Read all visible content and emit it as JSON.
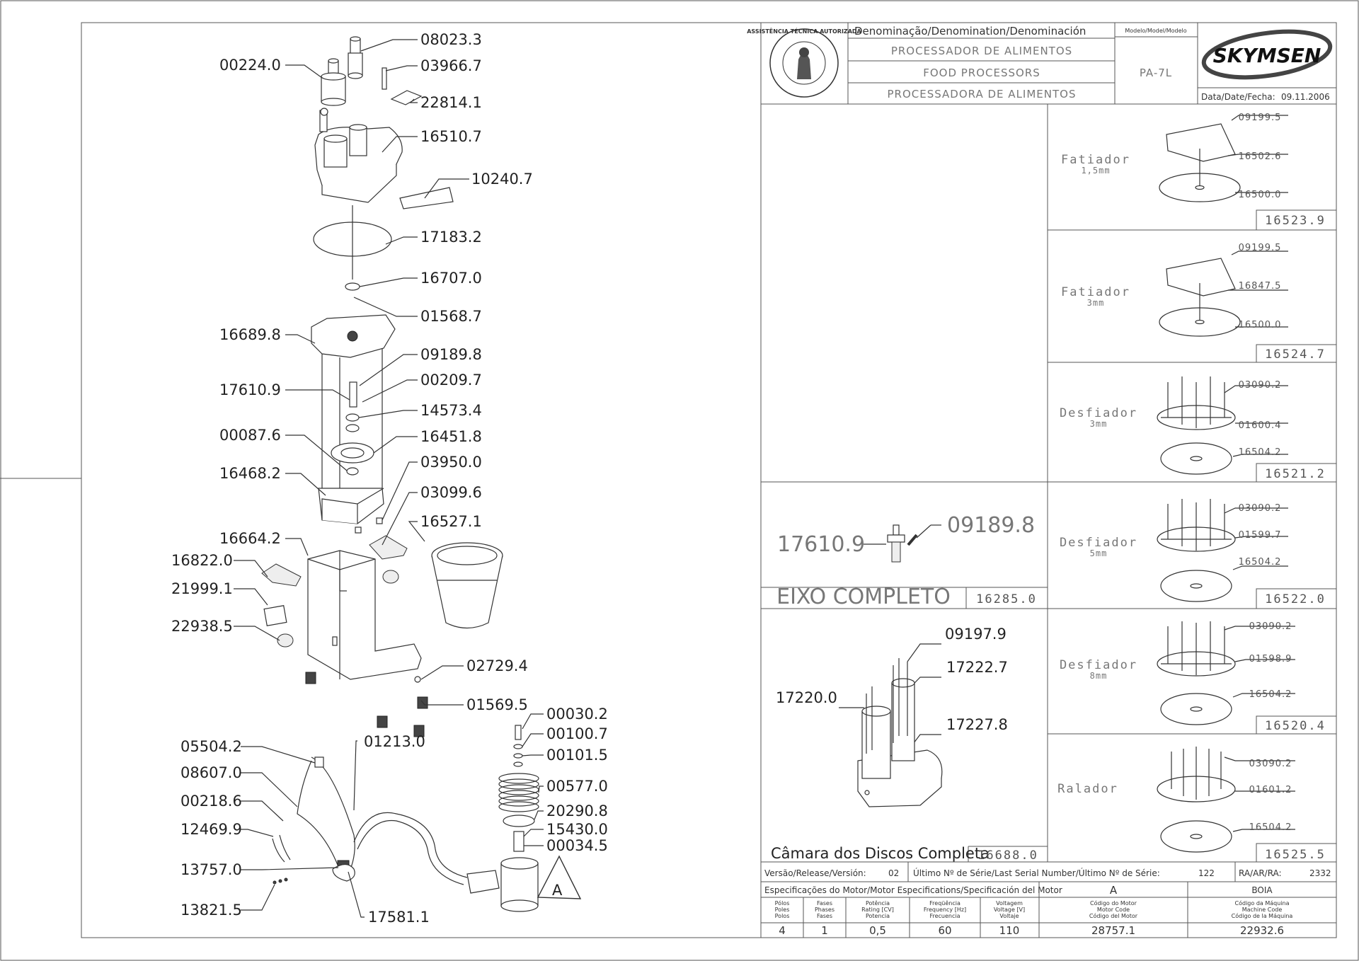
{
  "title_block": {
    "denomination_header": "Denominação/Denomination/Denominación",
    "name_pt": "PROCESSADOR DE ALIMENTOS",
    "name_en": "FOOD PROCESSORS",
    "name_es": "PROCESSADORA DE ALIMENTOS",
    "model_header": "Modelo/Model/Modelo",
    "model_value": "PA-7L",
    "brand": "SKYMSEN",
    "date_label": "Data/Date/Fecha:",
    "date_value": "09.11.2006",
    "seal_text": "ASSISTÊNCIA TÉCNICA AUTORIZADA"
  },
  "main_labels": [
    "08023.3",
    "00224.0",
    "03966.7",
    "22814.1",
    "16510.7",
    "10240.7",
    "17183.2",
    "16707.0",
    "01568.7",
    "16689.8",
    "09189.8",
    "00209.7",
    "17610.9",
    "14573.4",
    "00087.6",
    "16451.8",
    "03950.0",
    "16468.2",
    "03099.6",
    "16527.1",
    "16664.2",
    "16822.0",
    "21999.1",
    "22938.5",
    "02729.4",
    "01569.5",
    "00030.2",
    "05504.2",
    "01213.0",
    "00100.7",
    "00101.5",
    "08607.0",
    "00577.0",
    "00218.6",
    "20290.8",
    "12469.9",
    "15430.0",
    "00034.5",
    "13757.0",
    "13821.5",
    "17581.1",
    "A"
  ],
  "eixo": {
    "labels": [
      "17610.9",
      "09189.8"
    ],
    "title": "EIXO COMPLETO",
    "code": "16285.0"
  },
  "camara": {
    "labels": [
      "09197.9",
      "17222.7",
      "17220.0",
      "17227.8"
    ],
    "title": "Câmara dos Discos Completa",
    "code": "16688.0"
  },
  "panels": [
    {
      "name": "Fatiador",
      "size": "1,5mm",
      "parts": [
        "09199.5",
        "16502.6",
        "16500.0"
      ],
      "code": "16523.9"
    },
    {
      "name": "Fatiador",
      "size": "3mm",
      "parts": [
        "09199.5",
        "16847.5",
        "16500.0"
      ],
      "code": "16524.7"
    },
    {
      "name": "Desfiador",
      "size": "3mm",
      "parts": [
        "03090.2",
        "01600.4",
        "16504.2"
      ],
      "code": "16521.2"
    },
    {
      "name": "Desfiador",
      "size": "5mm",
      "parts": [
        "03090.2",
        "01599.7",
        "16504.2"
      ],
      "code": "16522.0"
    },
    {
      "name": "Desfiador",
      "size": "8mm",
      "parts": [
        "03090.2",
        "01598.9",
        "16504.2"
      ],
      "code": "16520.4"
    },
    {
      "name": "Ralador",
      "size": "",
      "parts": [
        "03090.2",
        "01601.2",
        "16504.2"
      ],
      "code": "16525.5"
    }
  ],
  "footer": {
    "version_label": "Versão/Release/Versión:",
    "version_value": "02",
    "serial_label": "Último Nº de Série/Last Serial Number/Último Nº de Série:",
    "serial_value": "122",
    "ra_label": "RA/AR/RA:",
    "ra_value": "2332",
    "motor_spec_label": "Especificações do Motor/Motor Especifications/Specificación del Motor",
    "col_a": "A",
    "col_boia": "BOIA",
    "headers": [
      [
        "Pólos",
        "Poles",
        "Polos"
      ],
      [
        "Fases",
        "Phases",
        "Fases"
      ],
      [
        "Potência",
        "Rating [CV]",
        "Potencia"
      ],
      [
        "Freqüência",
        "Frequency [Hz]",
        "Frecuencia"
      ],
      [
        "Voltagem",
        "Voltage [V]",
        "Voltaje"
      ],
      [
        "Código do Motor",
        "Motor Code",
        "Código del Motor"
      ],
      [
        "Código da Máquina",
        "Machine Code",
        "Código de la Máquina"
      ]
    ],
    "values": [
      "4",
      "1",
      "0,5",
      "60",
      "110",
      "28757.1",
      "22932.6"
    ]
  }
}
